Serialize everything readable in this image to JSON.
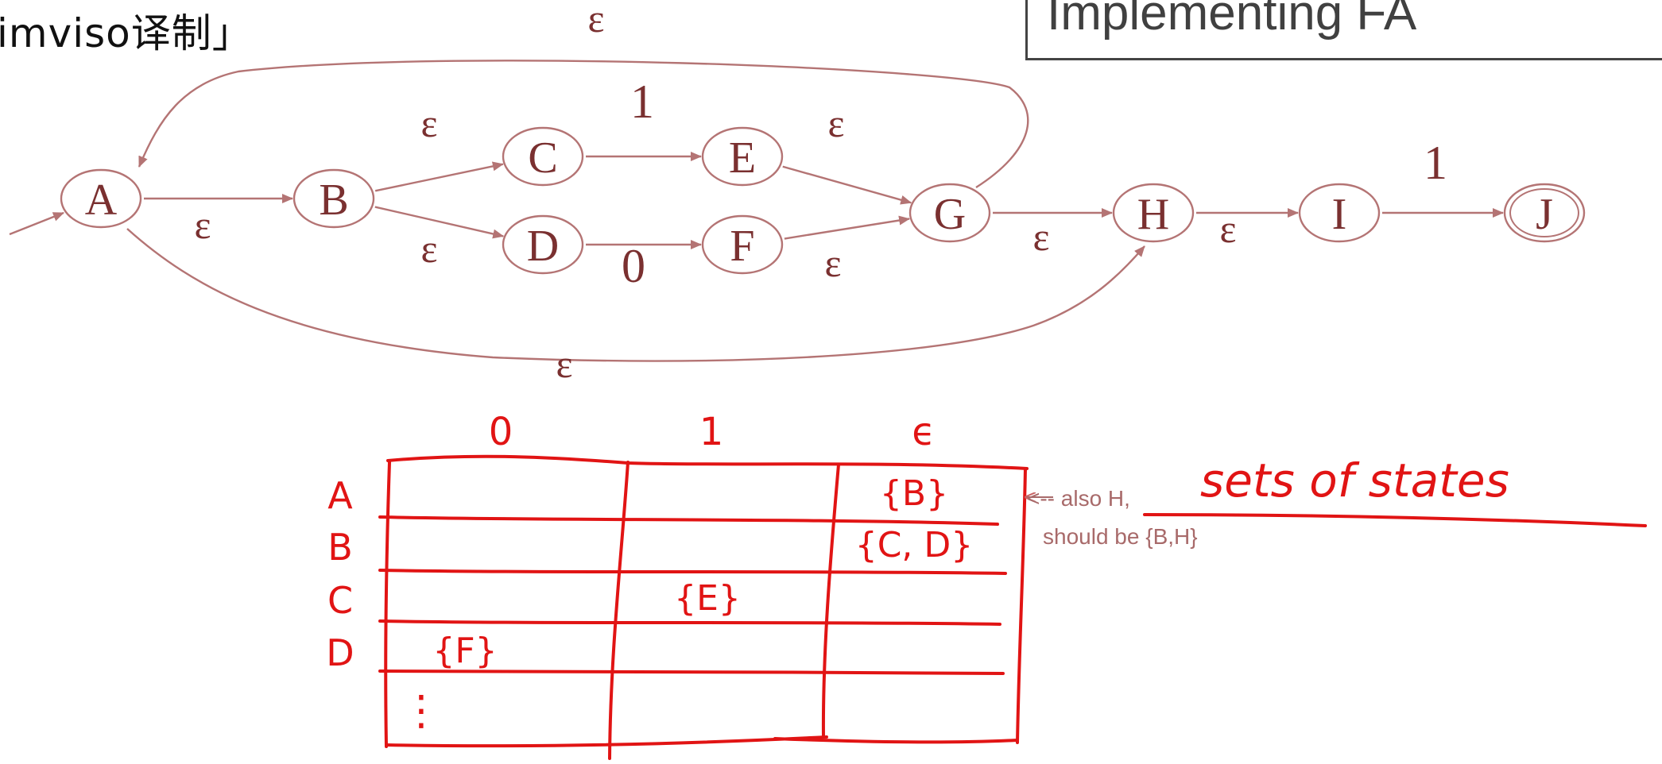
{
  "watermark": "imviso译制」",
  "slide_title": "Implementing FA",
  "colors": {
    "nfa": "#b47474",
    "nfa_text": "#7a3030",
    "ink": "#e11414",
    "note": "#a86a6a",
    "title": "#404040"
  },
  "nfa": {
    "states": [
      {
        "id": "A",
        "label": "A",
        "accepting": false,
        "start": true
      },
      {
        "id": "B",
        "label": "B",
        "accepting": false,
        "start": false
      },
      {
        "id": "C",
        "label": "C",
        "accepting": false,
        "start": false
      },
      {
        "id": "D",
        "label": "D",
        "accepting": false,
        "start": false
      },
      {
        "id": "E",
        "label": "E",
        "accepting": false,
        "start": false
      },
      {
        "id": "F",
        "label": "F",
        "accepting": false,
        "start": false
      },
      {
        "id": "G",
        "label": "G",
        "accepting": false,
        "start": false
      },
      {
        "id": "H",
        "label": "H",
        "accepting": false,
        "start": false
      },
      {
        "id": "I",
        "label": "I",
        "accepting": false,
        "start": false
      },
      {
        "id": "J",
        "label": "J",
        "accepting": true,
        "start": false
      }
    ],
    "transitions": [
      {
        "from": "A",
        "to": "B",
        "label": "ε"
      },
      {
        "from": "B",
        "to": "C",
        "label": "ε"
      },
      {
        "from": "B",
        "to": "D",
        "label": "ε"
      },
      {
        "from": "C",
        "to": "E",
        "label": "1"
      },
      {
        "from": "D",
        "to": "F",
        "label": "0"
      },
      {
        "from": "E",
        "to": "G",
        "label": "ε"
      },
      {
        "from": "F",
        "to": "G",
        "label": "ε"
      },
      {
        "from": "G",
        "to": "H",
        "label": "ε"
      },
      {
        "from": "H",
        "to": "I",
        "label": "ε"
      },
      {
        "from": "I",
        "to": "J",
        "label": "1"
      },
      {
        "from": "G",
        "to": "A",
        "label": "ε"
      },
      {
        "from": "A",
        "to": "H",
        "label": "ε"
      }
    ]
  },
  "table": {
    "columns": [
      "0",
      "1",
      "ϵ"
    ],
    "rows": [
      {
        "state": "A",
        "cells": [
          "",
          "",
          "{B}"
        ]
      },
      {
        "state": "B",
        "cells": [
          "",
          "",
          "{C, D}"
        ]
      },
      {
        "state": "C",
        "cells": [
          "",
          "{E}",
          ""
        ]
      },
      {
        "state": "D",
        "cells": [
          "{F}",
          "",
          ""
        ]
      },
      {
        "state": "",
        "cells": [
          "⋮",
          "",
          ""
        ]
      }
    ]
  },
  "annotations": {
    "correction_line1": "<-- also H,",
    "correction_line2": "should be {B,H}",
    "handwritten": "sets of states"
  }
}
